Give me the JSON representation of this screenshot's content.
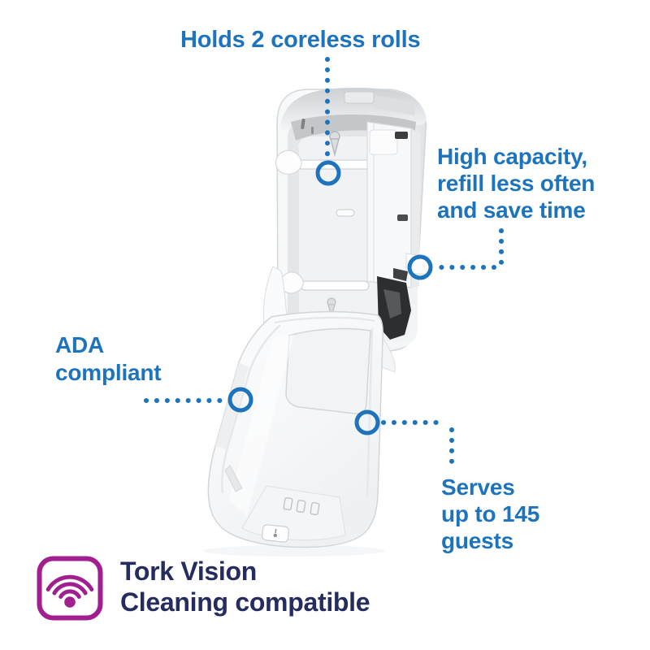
{
  "colors": {
    "annotation-blue": "#1E74BC",
    "footer-navy": "#252C5F",
    "icon-purple": "#A21F8F"
  },
  "callouts": {
    "holds": {
      "text": "Holds 2 coreless rolls"
    },
    "capacity": {
      "line1": "High capacity,",
      "line2": "refill less often",
      "line3": "and save time"
    },
    "ada": {
      "line1": "ADA",
      "line2": "compliant"
    },
    "serves": {
      "line1": "Serves",
      "line2": "up to 145",
      "line3": "guests"
    }
  },
  "footer": {
    "icon": "wifi-icon",
    "line1": "Tork Vision",
    "line2": "Cleaning compatible"
  }
}
